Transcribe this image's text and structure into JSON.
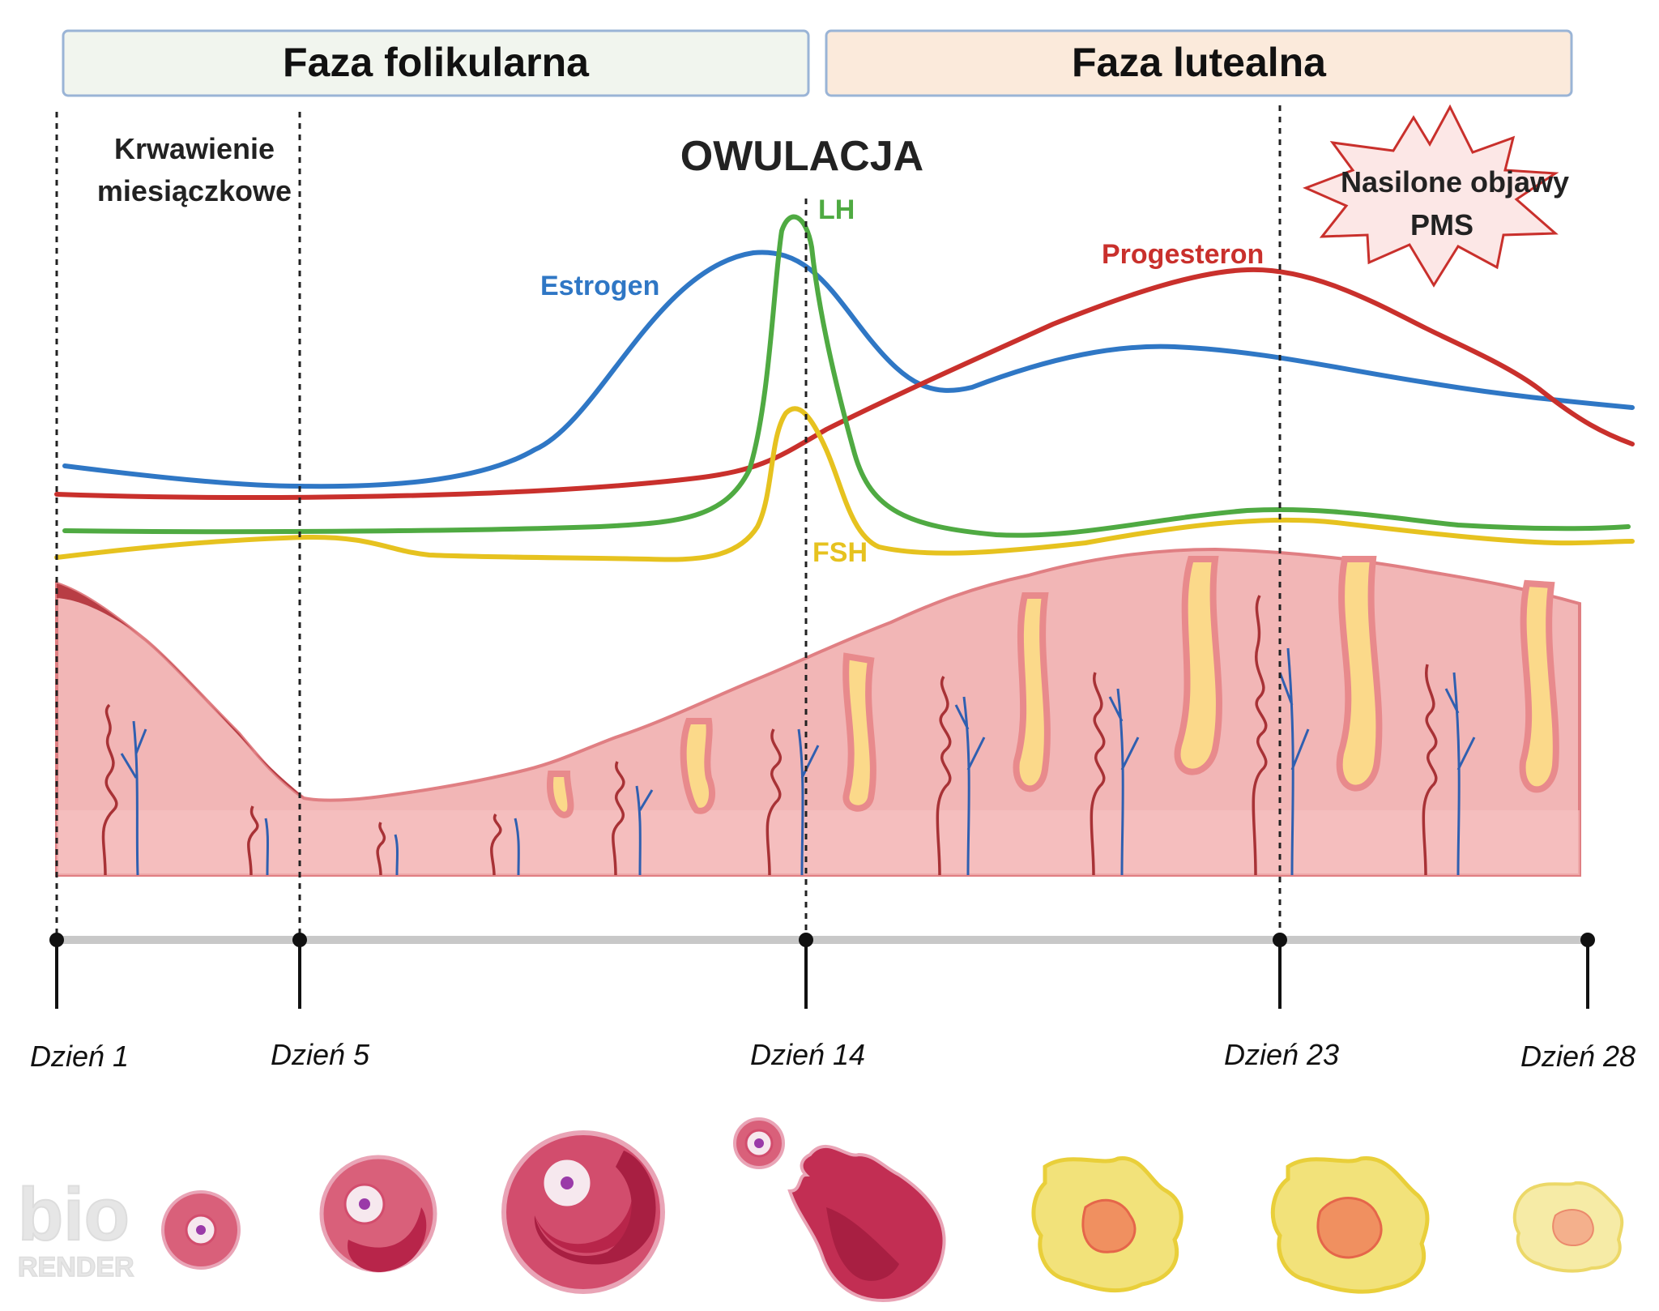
{
  "phases": {
    "follicular": {
      "label": "Faza folikularna",
      "color": "#f1f5ee"
    },
    "luteal": {
      "label": "Faza lutealna",
      "color": "#fbeadb"
    }
  },
  "annotations": {
    "menstruation_line1": "Krwawienie",
    "menstruation_line2": "miesiączkowe",
    "ovulation": "OWULACJA",
    "pms_line1": "Nasilone objawy",
    "pms_line2": "PMS"
  },
  "hormones": {
    "estrogen": {
      "label": "Estrogen",
      "color": "#2f77c5"
    },
    "lh": {
      "label": "LH",
      "color": "#4faa42"
    },
    "progesterone": {
      "label": "Progesteron",
      "color": "#c9302c"
    },
    "fsh": {
      "label": "FSH",
      "color": "#e6c21f"
    }
  },
  "timeline": {
    "days": [
      "Dzień 1",
      "Dzień 5",
      "Dzień 14",
      "Dzień 23",
      "Dzień 28"
    ]
  },
  "logo": {
    "line1": "bio",
    "line2": "RENDER"
  }
}
